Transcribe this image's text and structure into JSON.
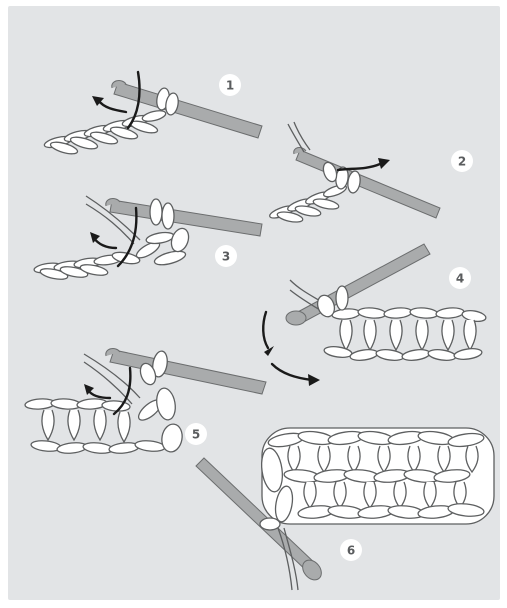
{
  "diagram": {
    "steps": [
      {
        "id": "1",
        "label": "1"
      },
      {
        "id": "2",
        "label": "2"
      },
      {
        "id": "3",
        "label": "3"
      },
      {
        "id": "4",
        "label": "4"
      },
      {
        "id": "5",
        "label": "5"
      },
      {
        "id": "6",
        "label": "6"
      }
    ],
    "colors": {
      "background": "#e2e4e6",
      "yarn_fill": "#ffffff",
      "yarn_outline": "#5d5f60",
      "hook": "#a9abac",
      "arrow": "#1a1a1a"
    }
  }
}
